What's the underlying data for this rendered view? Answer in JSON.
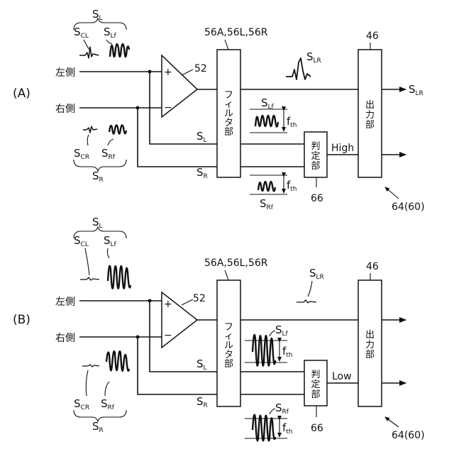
{
  "panels": [
    {
      "id": "A",
      "label": "(A)",
      "left_input": "左側",
      "right_input": "右側",
      "plus": "+",
      "minus": "−",
      "amp_ref": "52",
      "filter_ref": "56A,56L,56R",
      "filter_label": [
        "フ",
        "ィ",
        "ル",
        "タ",
        "部"
      ],
      "judge_ref": "66",
      "judge_label": [
        "判",
        "定",
        "部"
      ],
      "judge_out": "High",
      "output_ref": "46",
      "output_label": [
        "出",
        "力",
        "部"
      ],
      "system_ref": "64(60)",
      "sig_left_group": {
        "main": "S",
        "sub": "L"
      },
      "sig_left_common": {
        "main": "S",
        "sub": "CL"
      },
      "sig_left_f": {
        "main": "S",
        "sub": "Lf"
      },
      "sig_right_group": {
        "main": "S",
        "sub": "R"
      },
      "sig_right_common": {
        "main": "S",
        "sub": "CR"
      },
      "sig_right_f": {
        "main": "S",
        "sub": "Rf"
      },
      "sig_wire_l": {
        "main": "S",
        "sub": "L"
      },
      "sig_wire_r": {
        "main": "S",
        "sub": "R"
      },
      "sig_lr": {
        "main": "S",
        "sub": "LR"
      },
      "sig_out_lr": {
        "main": "S",
        "sub": "LR"
      },
      "sig_filt_lf": {
        "main": "S",
        "sub": "Lf"
      },
      "sig_filt_rf": {
        "main": "S",
        "sub": "Rf"
      },
      "fth_1": {
        "main": "f",
        "sub": "th"
      },
      "fth_2": {
        "main": "f",
        "sub": "th"
      }
    },
    {
      "id": "B",
      "label": "(B)",
      "left_input": "左側",
      "right_input": "右側",
      "plus": "+",
      "minus": "−",
      "amp_ref": "52",
      "filter_ref": "56A,56L,56R",
      "filter_label": [
        "フ",
        "ィ",
        "ル",
        "タ",
        "部"
      ],
      "judge_ref": "66",
      "judge_label": [
        "判",
        "定",
        "部"
      ],
      "judge_out": "Low",
      "output_ref": "46",
      "output_label": [
        "出",
        "力",
        "部"
      ],
      "system_ref": "64(60)",
      "sig_left_group": {
        "main": "S",
        "sub": "L"
      },
      "sig_left_common": {
        "main": "S",
        "sub": "CL"
      },
      "sig_left_f": {
        "main": "S",
        "sub": "Lf"
      },
      "sig_right_group": {
        "main": "S",
        "sub": "R"
      },
      "sig_right_common": {
        "main": "S",
        "sub": "CR"
      },
      "sig_right_f": {
        "main": "S",
        "sub": "Rf"
      },
      "sig_wire_l": {
        "main": "S",
        "sub": "L"
      },
      "sig_wire_r": {
        "main": "S",
        "sub": "R"
      },
      "sig_lr": {
        "main": "S",
        "sub": "LR"
      },
      "sig_filt_lf": {
        "main": "S",
        "sub": "Lf"
      },
      "sig_filt_rf": {
        "main": "S",
        "sub": "Rf"
      },
      "fth_1": {
        "main": "f",
        "sub": "th"
      },
      "fth_2": {
        "main": "f",
        "sub": "th"
      }
    }
  ]
}
